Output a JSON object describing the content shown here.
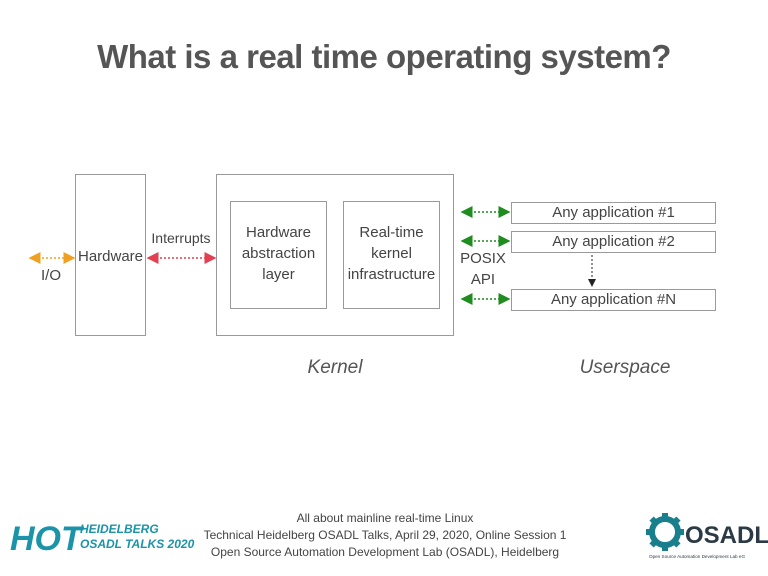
{
  "slide": {
    "title": "What is a real time operating system?"
  },
  "diagram": {
    "io_label": "I/O",
    "hardware_label": "Hardware",
    "interrupts_label": "Interrupts",
    "hal_label": "Hardware abstraction layer",
    "rtk_label": "Real-time kernel infrastructure",
    "posix_label": "POSIX API",
    "apps": [
      "Any application #1",
      "Any application #2",
      "Any application #N"
    ],
    "kernel_caption": "Kernel",
    "userspace_caption": "Userspace",
    "colors": {
      "io_arrow": "#f0a020",
      "interrupt_arrow": "#e04050",
      "posix_arrow": "#1e8c1e"
    }
  },
  "footer": {
    "line1": "All about mainline real-time Linux",
    "line2": "Technical Heidelberg OSADL Talks, April 29, 2020, Online Session 1",
    "line3": "Open Source Automation Development Lab (OSADL), Heidelberg"
  },
  "logos": {
    "hot_letters": "HOT",
    "hot_line1": "HEIDELBERG",
    "hot_line2": "OSADL TALKS 2020",
    "osadl_name": "OSADL",
    "osadl_tagline": "Open Source Automation Development Lab eG",
    "colors": {
      "hot_teal": "#1b93a8",
      "osadl_teal": "#1a7f8c",
      "osadl_dark": "#2b3a44"
    }
  }
}
